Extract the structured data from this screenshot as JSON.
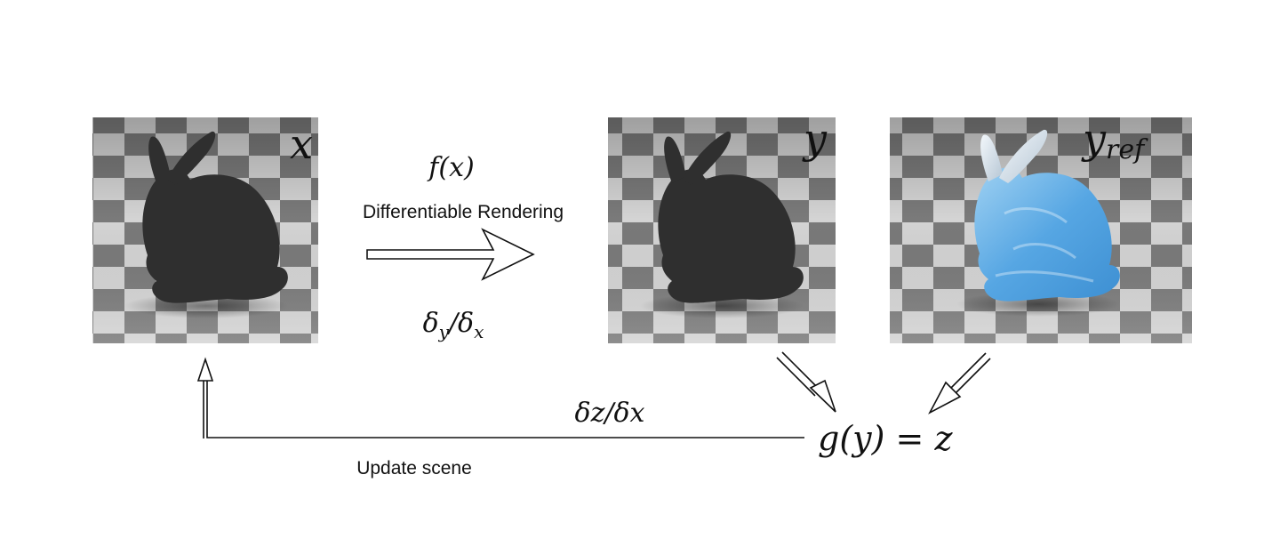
{
  "panels": {
    "x": {
      "label": "x",
      "material": "dark-diffuse"
    },
    "y": {
      "label": "y",
      "material": "dark-diffuse"
    },
    "yref": {
      "label": "y",
      "sub": "ref",
      "material": "blue-glass"
    }
  },
  "forward": {
    "func": "f(x)",
    "caption": "Differentiable Rendering",
    "grad_top": "δ",
    "grad_top_sub": "y",
    "grad_slash": "/δ",
    "grad_bottom_sub": "x"
  },
  "loss": {
    "expr": "g(y) = z"
  },
  "backward": {
    "grad": "δz/δx",
    "caption": "Update scene"
  },
  "colors": {
    "bunny_dark": "#2f2f2f",
    "bunny_glass": "#5ea8e0",
    "checker_dark": "#7d7d7d",
    "checker_light": "#d6d6d6"
  }
}
